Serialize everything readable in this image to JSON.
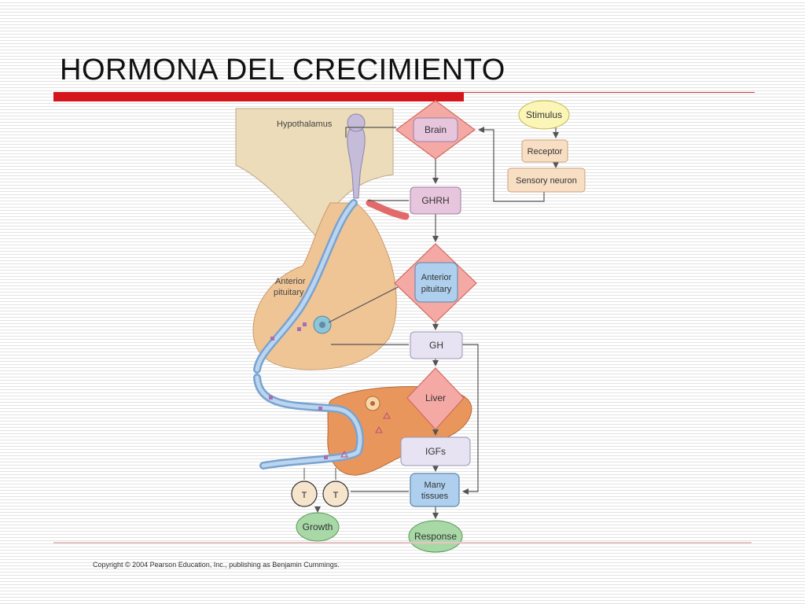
{
  "slide": {
    "title": "HORMONA DEL CRECIMIENTO",
    "copyright": "Copyright © 2004 Pearson Education, Inc., publishing as Benjamin Cummings."
  },
  "diagram": {
    "labels": {
      "hypothalamus": "Hypothalamus",
      "anterior_pituitary_line1": "Anterior",
      "anterior_pituitary_line2": "pituitary",
      "target_cell_a": "T",
      "target_cell_b": "T",
      "growth": "Growth"
    },
    "flowchart": {
      "brain": "Brain",
      "ghrh": "GHRH",
      "anterior_line1": "Anterior",
      "anterior_line2": "pituitary",
      "gh": "GH",
      "liver": "Liver",
      "igfs": "IGFs",
      "tissues_line1": "Many",
      "tissues_line2": "tissues",
      "response": "Response"
    },
    "reflex": {
      "stimulus": "Stimulus",
      "receptor": "Receptor",
      "sensory_neuron": "Sensory neuron"
    }
  },
  "colors": {
    "accent_red": "#d4161c",
    "diamond_fill": "#f4a9a4",
    "box_pink": "#e7c5dc",
    "box_lavender": "#e7e3f2",
    "box_blue": "#aed0ee",
    "stimulus_yellow": "#fbf6b8",
    "box_tan": "#f8dfc4",
    "growth_green": "#a7d8a6",
    "tissue_tan": "#f1cfa6",
    "liver_orange": "#e9965c",
    "vessel_blue": "#8fb8df"
  }
}
